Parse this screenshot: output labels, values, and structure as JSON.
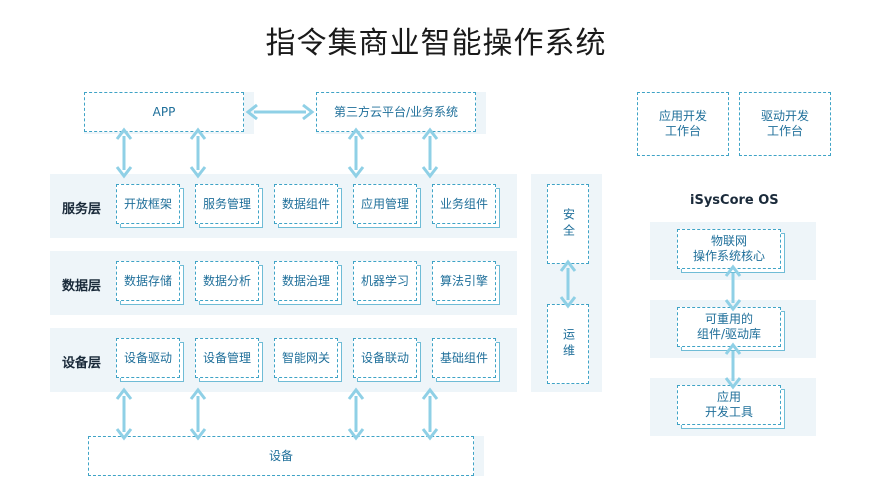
{
  "title": "指令集商业智能操作系统",
  "top": {
    "app": "APP",
    "third_party": "第三方云平台/业务系统"
  },
  "workbenches": [
    "应用开发\n工作台",
    "驱动开发\n工作台"
  ],
  "layers": [
    {
      "name": "服务层",
      "items": [
        "开放框架",
        "服务管理",
        "数据组件",
        "应用管理",
        "业务组件"
      ]
    },
    {
      "name": "数据层",
      "items": [
        "数据存储",
        "数据分析",
        "数据治理",
        "机器学习",
        "算法引擎"
      ]
    },
    {
      "name": "设备层",
      "items": [
        "设备驱动",
        "设备管理",
        "智能网关",
        "设备联动",
        "基础组件"
      ]
    }
  ],
  "side": {
    "security": "安全",
    "ops": "运维"
  },
  "device_bar": "设备",
  "os": {
    "title": "iSysCore OS",
    "blocks": [
      "物联网\n操作系统核心",
      "可重用的\n组件/驱动库",
      "应用\n开发工具"
    ]
  }
}
